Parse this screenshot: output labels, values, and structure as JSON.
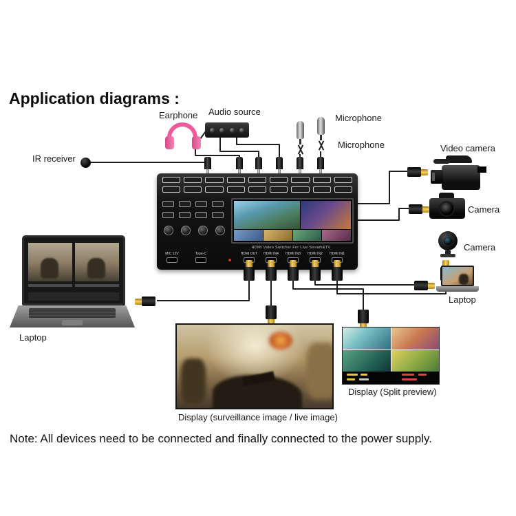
{
  "title": "Application diagrams :",
  "note": "Note: All devices need to be connected and finally connected to the power supply.",
  "labels": {
    "earphone": "Earphone",
    "audio_source": "Audio source",
    "microphone_top": "Microphone",
    "microphone_bottom": "Microphone",
    "ir_receiver": "IR receiver",
    "video_camera": "Video camera",
    "camera_dslr": "Camera",
    "camera_webcam": "Camera",
    "laptop_right": "Laptop",
    "laptop_left": "Laptop",
    "display_game": "Display (surveillance image / live image)",
    "display_split": "Display (Split preview)"
  },
  "switcher": {
    "caption": "HDMI Video Switcher For Live Stream&TV",
    "ports": [
      "MIC 12V",
      "Type-C",
      "HDMI OUT",
      "HDMI IN4",
      "HDMI IN3",
      "HDMI IN2",
      "HDMI IN1"
    ]
  },
  "colors": {
    "earphone_pink": "#ef5a9a",
    "hdmi_gold": "#d4a017",
    "cable": "#1c1c1c"
  }
}
